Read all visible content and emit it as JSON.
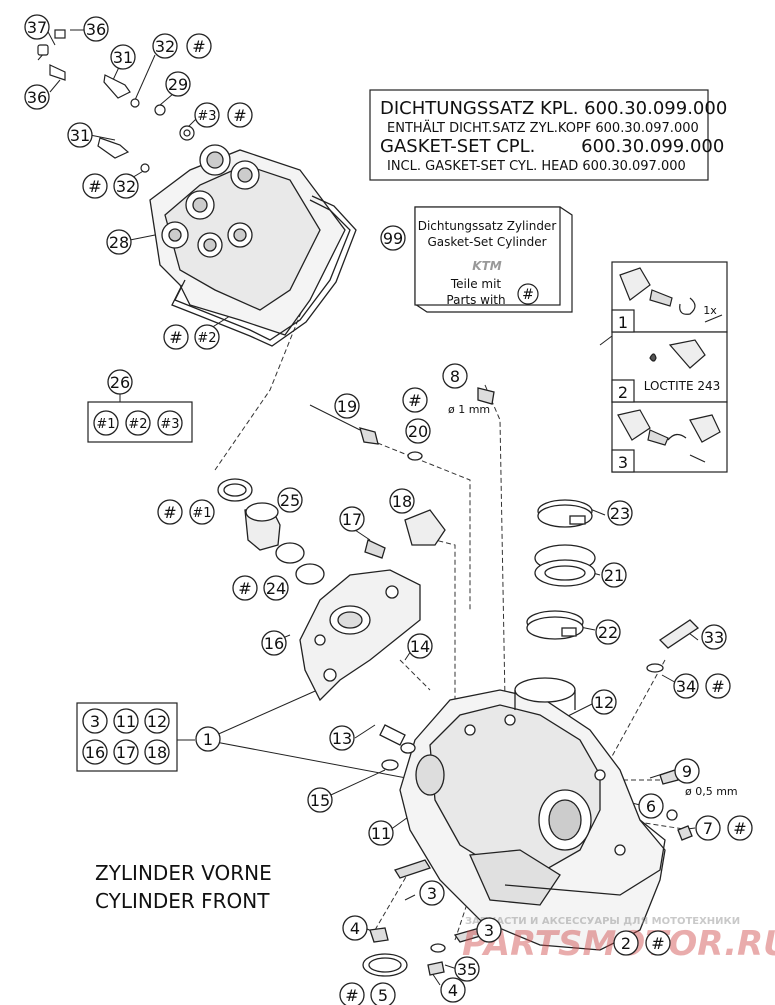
{
  "gasket_note": {
    "line1": "DICHTUNGSSATZ KPL. 600.30.099.000",
    "line2": "ENTHÄLT DICHT.SATZ ZYL.KOPF 600.30.097.000",
    "line3": "GASKET-SET CPL.        600.30.099.000",
    "line4": "INCL. GASKET-SET CYL. HEAD 600.30.097.000"
  },
  "gasket_box": {
    "callout": "99",
    "line1": "Dichtungssatz Zylinder",
    "line2": "Gasket-Set Cylinder",
    "brand": "KTM",
    "line3": "Teile mit",
    "line4": "Parts with",
    "symbol": "#"
  },
  "instructions": {
    "step1": "1",
    "step1_note": "1x",
    "step2": "2",
    "step2_note": "LOCTITE 243",
    "step3": "3"
  },
  "set_26": {
    "callout": "26",
    "items": [
      "#1",
      "#2",
      "#3"
    ]
  },
  "set_1": {
    "callout": "1",
    "items": [
      "3",
      "11",
      "12",
      "16",
      "17",
      "18"
    ]
  },
  "diameters": {
    "d8": "ø 1 mm",
    "d9": "ø 0,5 mm"
  },
  "callouts": {
    "c37": "37",
    "c36a": "36",
    "c36b": "36",
    "c31a": "31",
    "c31b": "31",
    "c32a": "32",
    "c32b": "32",
    "c29": "29",
    "c3h": "#3",
    "c28": "28",
    "c2h": "#2",
    "c8": "8",
    "c19": "19",
    "c20": "20",
    "c1h": "#1",
    "c25": "25",
    "c17": "17",
    "c18": "18",
    "c23": "23",
    "c24": "24",
    "c21": "21",
    "c16": "16",
    "c14": "14",
    "c22": "22",
    "c33": "33",
    "c34": "34",
    "c12": "12",
    "c13": "13",
    "c15": "15",
    "c9": "9",
    "c6": "6",
    "c7": "7",
    "c11": "11",
    "c3a": "3",
    "c3b": "3",
    "c4a": "4",
    "c4b": "4",
    "c35": "35",
    "c2": "2",
    "c5": "5",
    "hash": "#"
  },
  "footer_title": {
    "line1": "ZYLINDER VORNE",
    "line2": "CYLINDER FRONT"
  },
  "watermark": {
    "tagline": "ЗАПЧАСТИ И АКСЕССУАРЫ ДЛЯ МОТОТЕХНИКИ",
    "brand": "PARTSMOTOR.RU"
  }
}
